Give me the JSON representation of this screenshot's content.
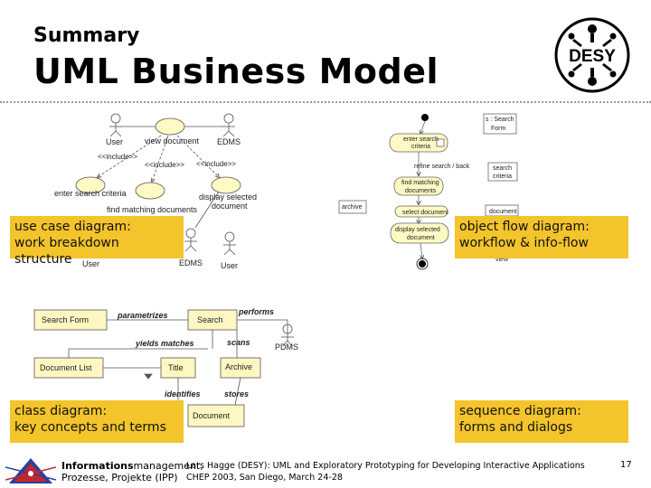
{
  "header": {
    "supertitle": "Summary",
    "title": "UML Business Model",
    "logo_text": "DESY"
  },
  "labels": {
    "use_case": [
      "use case diagram:",
      "work breakdown structure"
    ],
    "object_flow": [
      "object flow diagram:",
      "workflow & info-flow"
    ],
    "class": [
      "class diagram:",
      "key concepts and terms"
    ],
    "sequence": [
      "sequence diagram:",
      "forms and dialogs"
    ]
  },
  "use_case_diagram": {
    "actor_user": "User",
    "actor_edms": "EDMS",
    "view_document": "view document",
    "include_1": "<<include>>",
    "include_2": "<<include>>",
    "include_3": "<<include>>",
    "enter_search": "enter search criteria",
    "display_selected_1": "display selected",
    "display_selected_2": "document",
    "find_matching": "find matching documents",
    "bottom_user": "User",
    "bottom_edms": "EDMS",
    "bottom_user2": "User"
  },
  "object_flow_diagram": {
    "search_form": [
      "s : Search",
      "Form"
    ],
    "enter_search": [
      "enter search",
      "criteria"
    ],
    "refine": "refine search / back",
    "search_criteria": [
      "search",
      "criteria"
    ],
    "find_matching": [
      "find matching",
      "documents"
    ],
    "archive": "archive",
    "select_document": "select document",
    "document": "document",
    "display_selected": [
      "display selected",
      "document"
    ],
    "view": "view"
  },
  "class_diagram": {
    "search_form": "Search Form",
    "parametrizes": "parametrizes",
    "search": "Search",
    "performs": "performs",
    "yields_matches": "yields matches",
    "scans": "scans",
    "pdms": "PDMS",
    "document_list": "Document List",
    "title": "Title",
    "archive": "Archive",
    "identifies": "identifies",
    "stores": "stores",
    "document": "Document"
  },
  "footer": {
    "org_line1_bold": "Informations",
    "org_line1_rest": "management,",
    "org_line2": "Prozesse, Projekte (IPP)",
    "cite_line1": "Lars Hagge (DESY): UML and Exploratory Prototyping for Developing Interactive Applications",
    "cite_line2": "CHEP 2003, San Diego, March 24-28",
    "page_number": "17"
  },
  "colors": {
    "label_bg": "#f3c42b",
    "usecase_fill": "#fff9c4",
    "class_fill": "#fff7c2",
    "accent_red": "#c0282d",
    "accent_blue": "#2b3f9e"
  }
}
